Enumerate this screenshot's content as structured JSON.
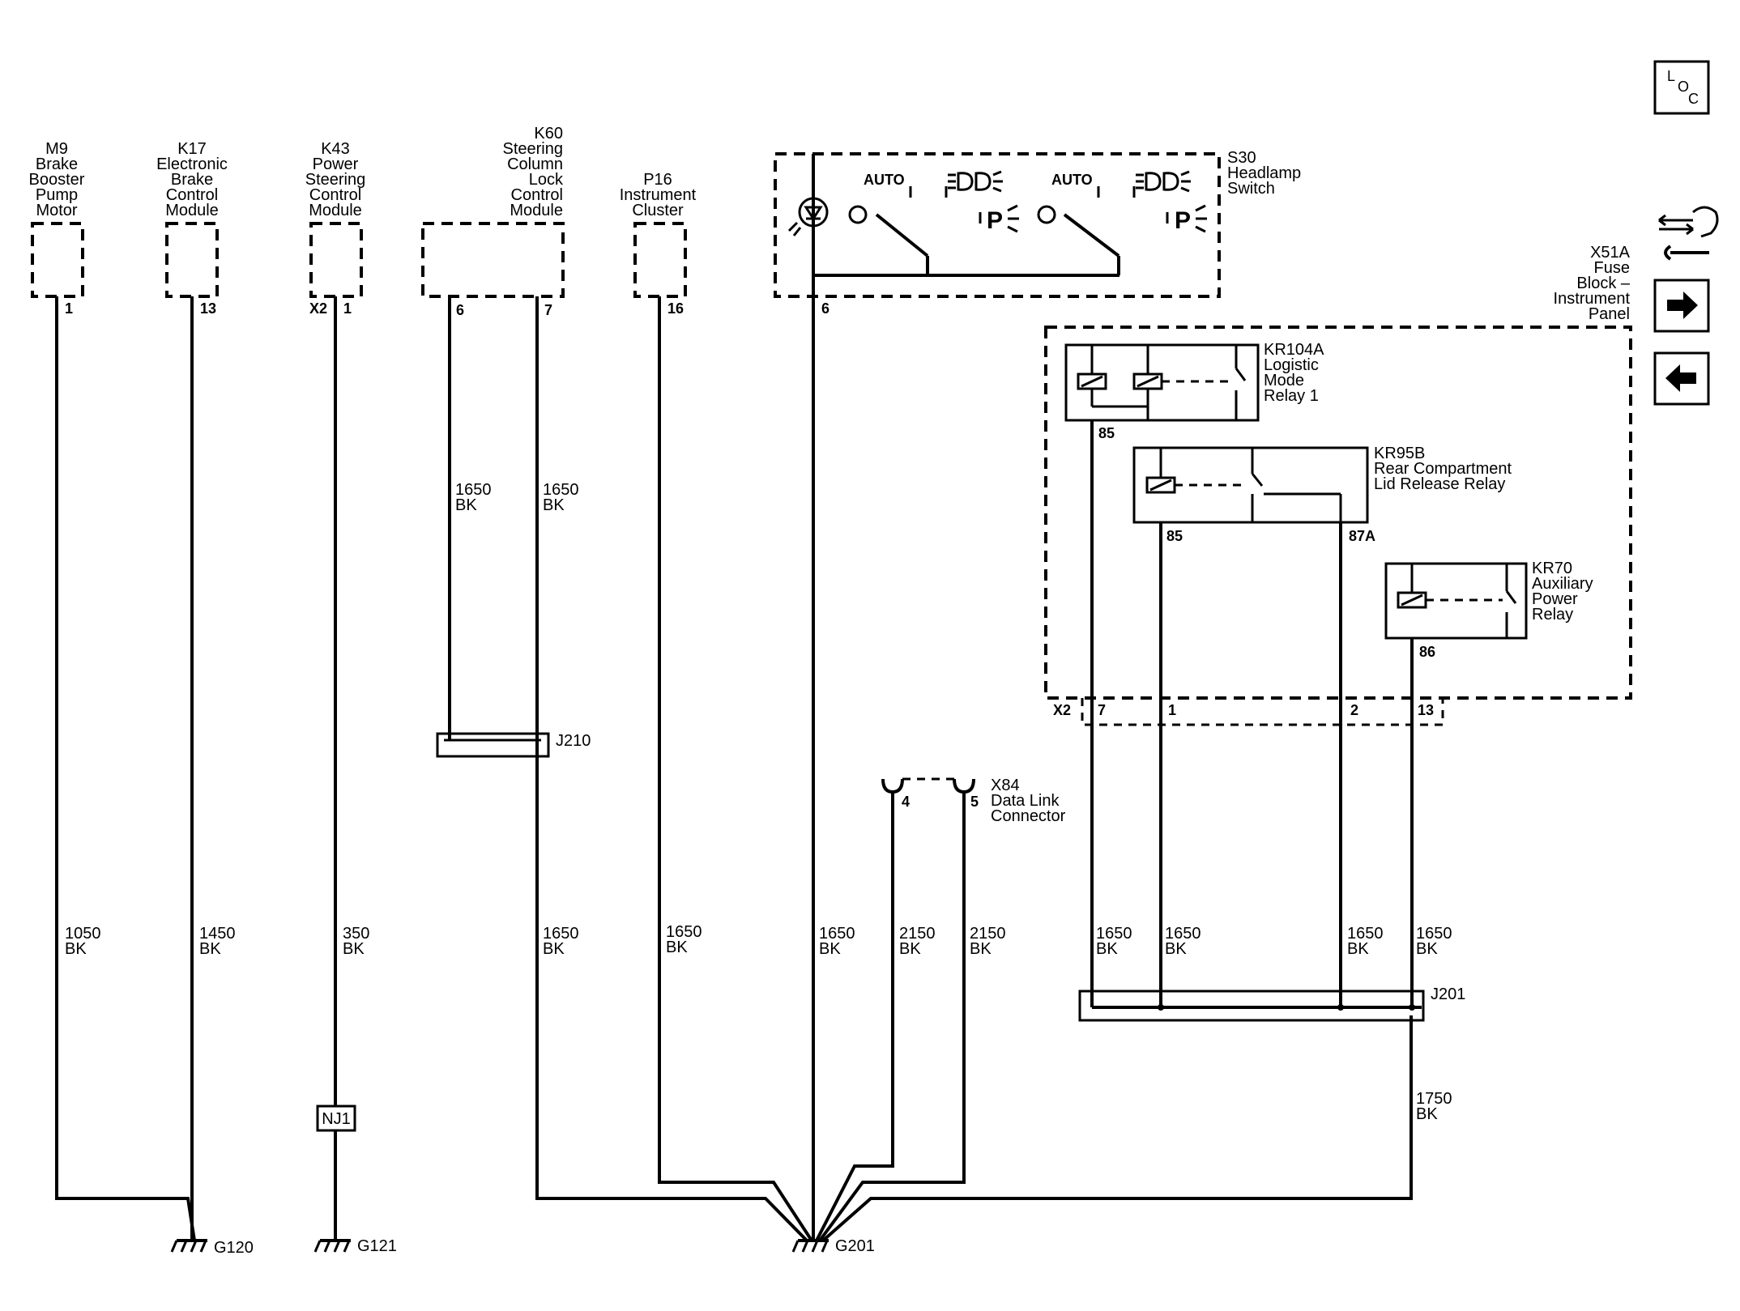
{
  "components": {
    "m9": [
      "M9",
      "Brake",
      "Booster",
      "Pump",
      "Motor"
    ],
    "k17": [
      "K17",
      "Electronic",
      "Brake",
      "Control",
      "Module"
    ],
    "k43": [
      "K43",
      "Power",
      "Steering",
      "Control",
      "Module"
    ],
    "k60": [
      "K60",
      "Steering",
      "Column",
      "Lock",
      "Control",
      "Module"
    ],
    "p16": [
      "P16",
      "Instrument",
      "Cluster"
    ],
    "s30": [
      "S30",
      "Headlamp",
      "Switch"
    ],
    "x51a": [
      "X51A",
      "Fuse",
      "Block –",
      "Instrument",
      "Panel"
    ],
    "kr104a": [
      "KR104A",
      "Logistic",
      "Mode",
      "Relay 1"
    ],
    "kr95b": [
      "KR95B",
      "Rear Compartment",
      "Lid Release Relay"
    ],
    "kr70": [
      "KR70",
      "Auxiliary",
      "Power",
      "Relay"
    ],
    "x84": [
      "X84",
      "Data Link",
      "Connector"
    ]
  },
  "switch_labels": {
    "auto": "AUTO",
    "park": "P"
  },
  "pins": {
    "m9": "1",
    "k17": "13",
    "k43_conn": "X2",
    "k43": "1",
    "k60_a": "6",
    "k60_b": "7",
    "p16": "16",
    "s30": "6",
    "x84_a": "4",
    "x84_b": "5",
    "kr104a": "85",
    "kr95b_a": "85",
    "kr95b_b": "87A",
    "kr70": "86",
    "x51a_conn": "X2",
    "x51a_7": "7",
    "x51a_1": "1",
    "x51a_2": "2",
    "x51a_13": "13"
  },
  "wires": {
    "k60_6": [
      "1650",
      "BK"
    ],
    "k60_7": [
      "1650",
      "BK"
    ],
    "m9": [
      "1050",
      "BK"
    ],
    "k17": [
      "1450",
      "BK"
    ],
    "k43": [
      "350",
      "BK"
    ],
    "j210_out": [
      "1650",
      "BK"
    ],
    "p16": [
      "1650",
      "BK"
    ],
    "s30": [
      "1650",
      "BK"
    ],
    "x84_4": [
      "2150",
      "BK"
    ],
    "x84_5": [
      "2150",
      "BK"
    ],
    "x51a_7": [
      "1650",
      "BK"
    ],
    "x51a_1": [
      "1650",
      "BK"
    ],
    "x51a_2": [
      "1650",
      "BK"
    ],
    "x51a_13": [
      "1650",
      "BK"
    ],
    "j201_out": [
      "1750",
      "BK"
    ]
  },
  "splices": {
    "j210": "J210",
    "j201": "J201",
    "nj1": "NJ1"
  },
  "grounds": {
    "g120": "G120",
    "g121": "G121",
    "g201": "G201"
  },
  "nav": {
    "loc": [
      "L",
      "O",
      "C"
    ]
  }
}
